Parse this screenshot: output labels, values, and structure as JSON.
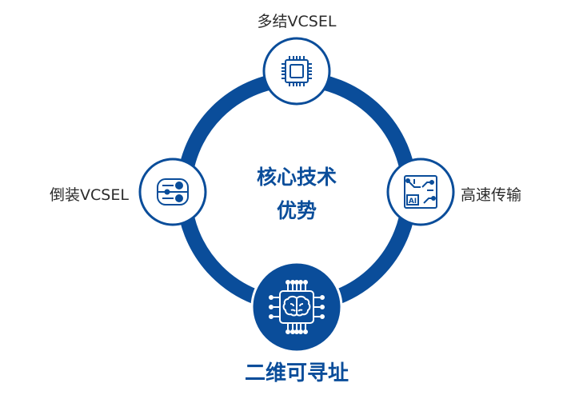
{
  "colors": {
    "ring": "#0a4d9a",
    "node_fill": "#ffffff",
    "node_border": "#0a4d9a",
    "featured_fill": "#0a4d9a",
    "label_text": "#2b2b2b",
    "emphasis_text": "#0a4d9a"
  },
  "center": {
    "line1": "核心技术",
    "line2": "优势"
  },
  "nodes": [
    {
      "id": "top",
      "label": "多结VCSEL",
      "icon": "chip-icon"
    },
    {
      "id": "left",
      "label": "倒装VCSEL",
      "icon": "flip-chip-icon"
    },
    {
      "id": "right",
      "label": "高速传输",
      "icon": "ai-circuit-icon"
    },
    {
      "id": "bottom",
      "label": "二维可寻址",
      "icon": "brain-chip-icon",
      "featured": true
    }
  ]
}
